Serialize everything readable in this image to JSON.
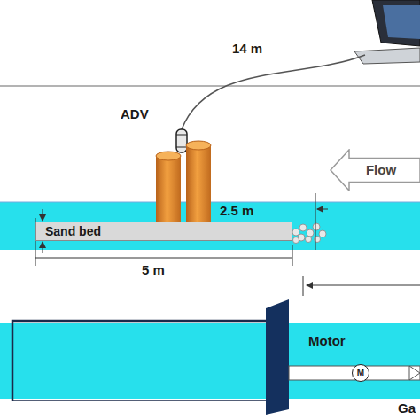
{
  "diagram": {
    "nodes": [
      {
        "text": [
          "Sand bed"
        ]
      },
      {
        "text": [
          "Flow"
        ]
      },
      {
        "text": [
          "M"
        ]
      }
    ],
    "labels": [
      "14 m",
      "ADV",
      "2.5 m",
      "5 m",
      "Motor",
      "Ga"
    ]
  }
}
